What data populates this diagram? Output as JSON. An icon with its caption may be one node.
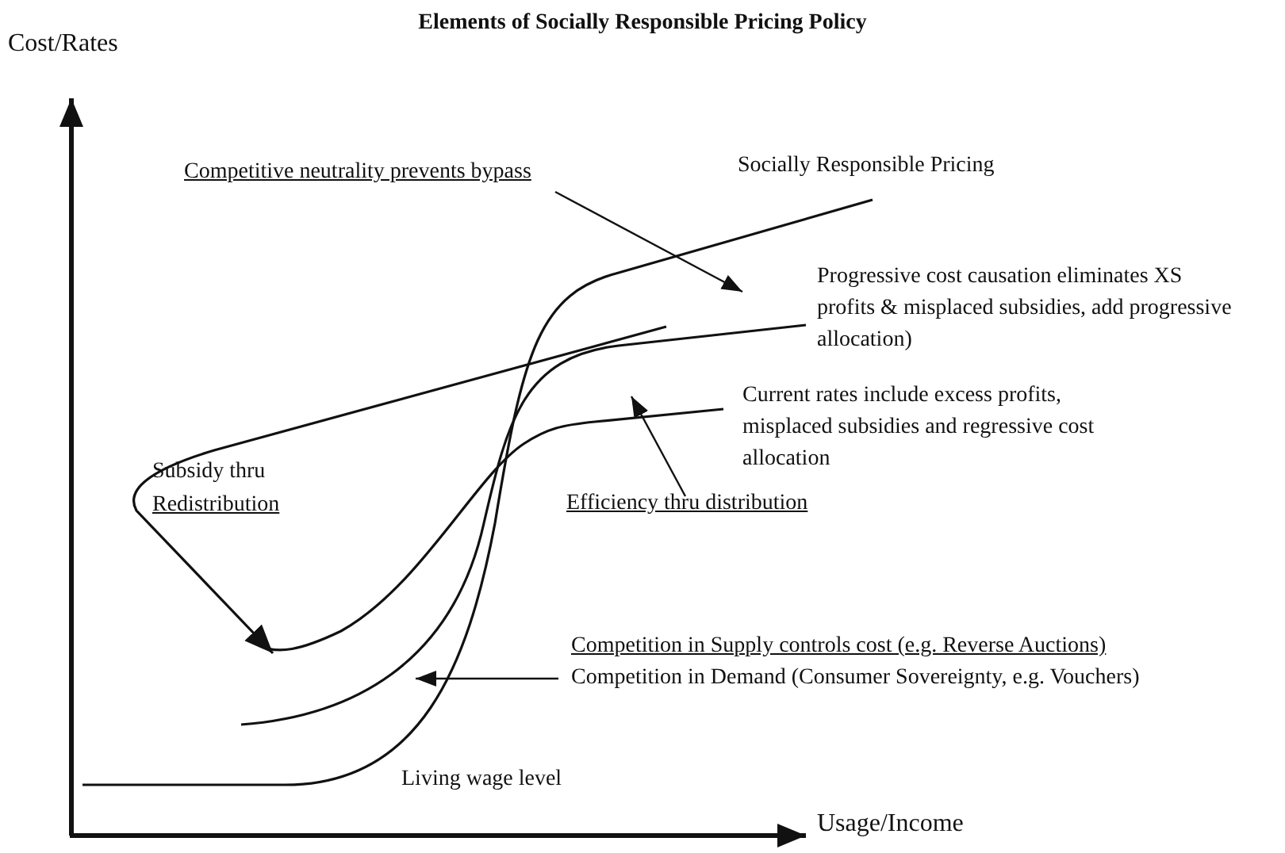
{
  "diagram": {
    "title": "Elements of Socially Responsible Pricing Policy",
    "nodes": [
      {
        "text": [
          "Competitive neutrality prevents bypass"
        ]
      },
      {
        "text": [
          "Efficiency thru distribution"
        ]
      },
      {
        "text": [
          "Competition in Supply controls cost (e.g. Reverse Auctions)",
          "Competition in Demand (Consumer Sovereignty, e.g. Vouchers)"
        ]
      }
    ],
    "edges": [
      {
        "from": 0,
        "to": null,
        "arrow": "to"
      },
      {
        "from": 1,
        "to": null,
        "arrow": "to"
      },
      {
        "from": 2,
        "to": null,
        "arrow": "to"
      }
    ],
    "labels": [
      "Cost/Rates",
      "Socially Responsible Pricing",
      "Progressive cost causation eliminates XS profits & misplaced subsidies, add progressive allocation)",
      "Current rates include excess profits, misplaced subsidies and regressive cost allocation",
      "Subsidy thru",
      "Redistribution",
      "Living wage level",
      "Usage/Income"
    ]
  }
}
